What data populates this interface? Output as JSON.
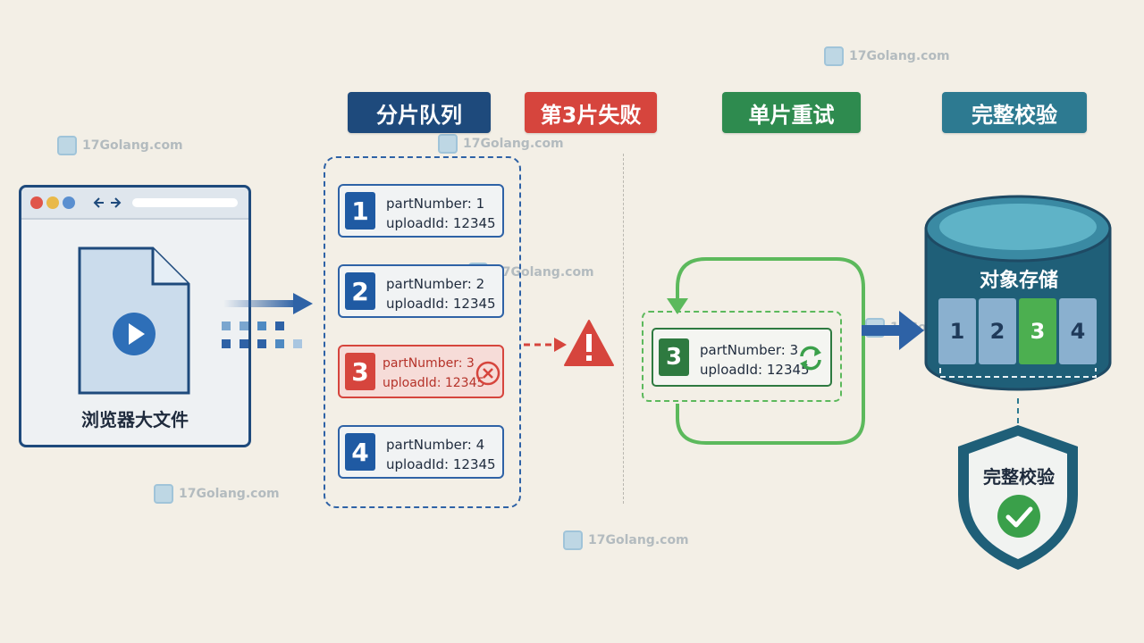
{
  "headers": {
    "queue": "分片队列",
    "fail": "第3片失败",
    "retry": "单片重试",
    "verify": "完整校验"
  },
  "browser": {
    "file_label": "浏览器大文件"
  },
  "parts": [
    {
      "number": "1",
      "line1": "partNumber:  1",
      "line2": "uploadId: 12345",
      "status": "ok"
    },
    {
      "number": "2",
      "line1": "partNumber:  2",
      "line2": "uploadId: 12345",
      "status": "ok"
    },
    {
      "number": "3",
      "line1": "partNumber: 3",
      "line2": "uploadId: 12345",
      "status": "failed"
    },
    {
      "number": "4",
      "line1": "partNumber:  4",
      "line2": "uploadId: 12345",
      "status": "ok"
    }
  ],
  "retry": {
    "number": "3",
    "line1": "partNumber: 3",
    "line2": "uploadId: 12345"
  },
  "storage": {
    "label": "对象存储",
    "segments": [
      "1",
      "2",
      "3",
      "4"
    ]
  },
  "verify": {
    "label": "完整校验"
  },
  "watermark": {
    "text": "17Golang.com"
  },
  "colors": {
    "navy": "#1e4a7c",
    "red": "#d6453d",
    "green": "#2e8b4f",
    "teal": "#2d7a91",
    "background": "#f3efe6"
  },
  "icons": [
    "play-icon",
    "file-icon",
    "error-circle-icon",
    "warning-icon",
    "refresh-icon",
    "database-icon",
    "shield-icon",
    "check-icon"
  ]
}
